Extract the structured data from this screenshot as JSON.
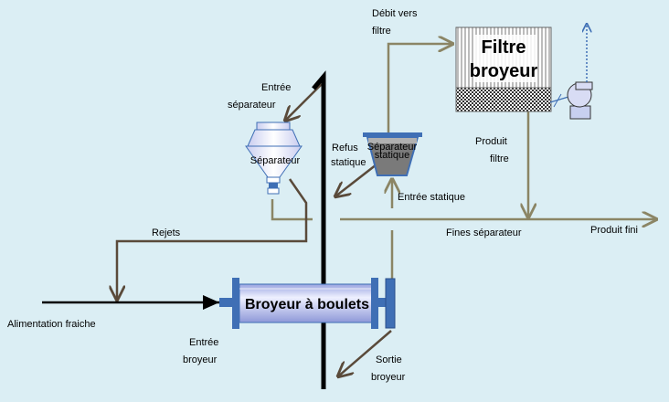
{
  "labels": {
    "debit_filtre_1": "Débit vers",
    "debit_filtre_2": "filtre",
    "filtre_1": "Filtre",
    "filtre_2": "broyeur",
    "entree_sep_1": "Entrée",
    "entree_sep_2": "séparateur",
    "separateur": "Séparateur",
    "sep_statique_1": "Séparateur",
    "sep_statique_2": "statique",
    "refus_1": "Refus",
    "refus_2": "statique",
    "entree_statique": "Entrée statique",
    "produit_filtre_1": "Produit",
    "produit_filtre_2": "filtre",
    "produit_fini": "Produit fini",
    "fines_sep": "Fines séparateur",
    "rejets": "Rejets",
    "broyeur": "Broyeur à boulets",
    "alimentation": "Alimentation fraiche",
    "entree_broyeur_1": "Entrée",
    "entree_broyeur_2": "broyeur",
    "sortie_broyeur_1": "Sortie",
    "sortie_broyeur_2": "broyeur"
  },
  "colors": {
    "background": "#dbeef4",
    "flow_line": "#8b8565",
    "dark_arrow": "#5a4a3a",
    "mill_body": "#c8c8f0",
    "mill_frame": "#3f6fb5",
    "static_sep": "#7a7a7a",
    "fan_arrow": "#3f6fb5"
  }
}
